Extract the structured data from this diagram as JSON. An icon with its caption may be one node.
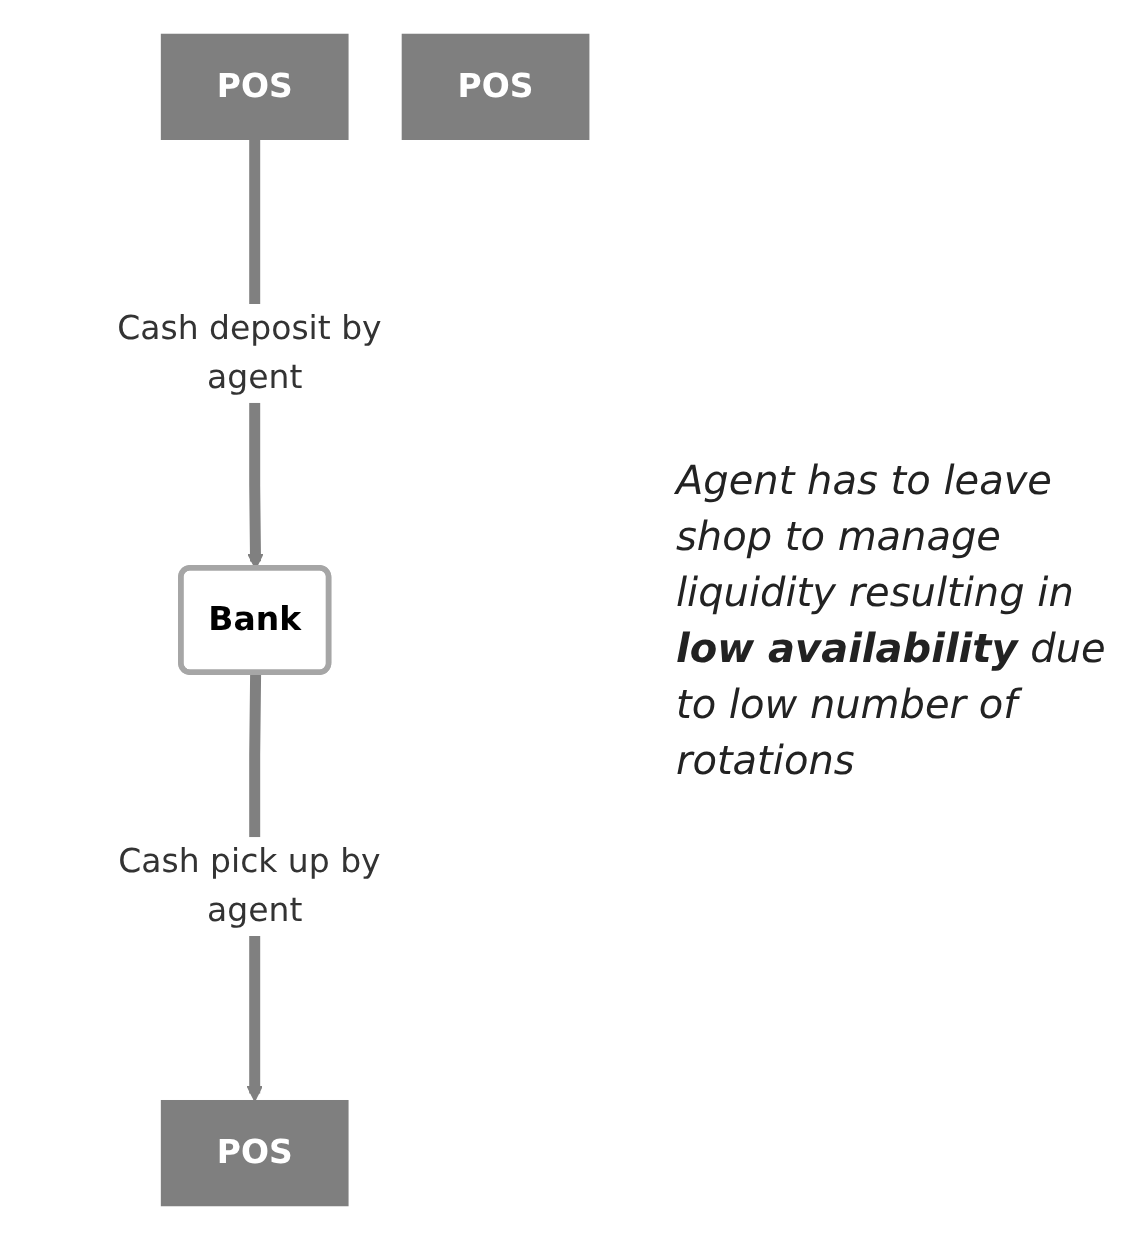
{
  "diagram": {
    "nodes": [
      {
        "text": [
          "Bank"
        ]
      },
      {
        "text": [
          "POS"
        ]
      },
      {
        "text": [
          "POS"
        ]
      },
      {
        "text": [
          "POS"
        ]
      }
    ],
    "edges": [
      {
        "from": 1,
        "to": 0,
        "arrow": "to",
        "label": "Cash deposit by agent"
      },
      {
        "from": 0,
        "to": 3,
        "arrow": "to",
        "label": "Cash pick up by agent"
      }
    ],
    "labels": [
      "Agent has to leave shop to manage liquidity resulting in **low availability** due to low number of rotations"
    ]
  }
}
